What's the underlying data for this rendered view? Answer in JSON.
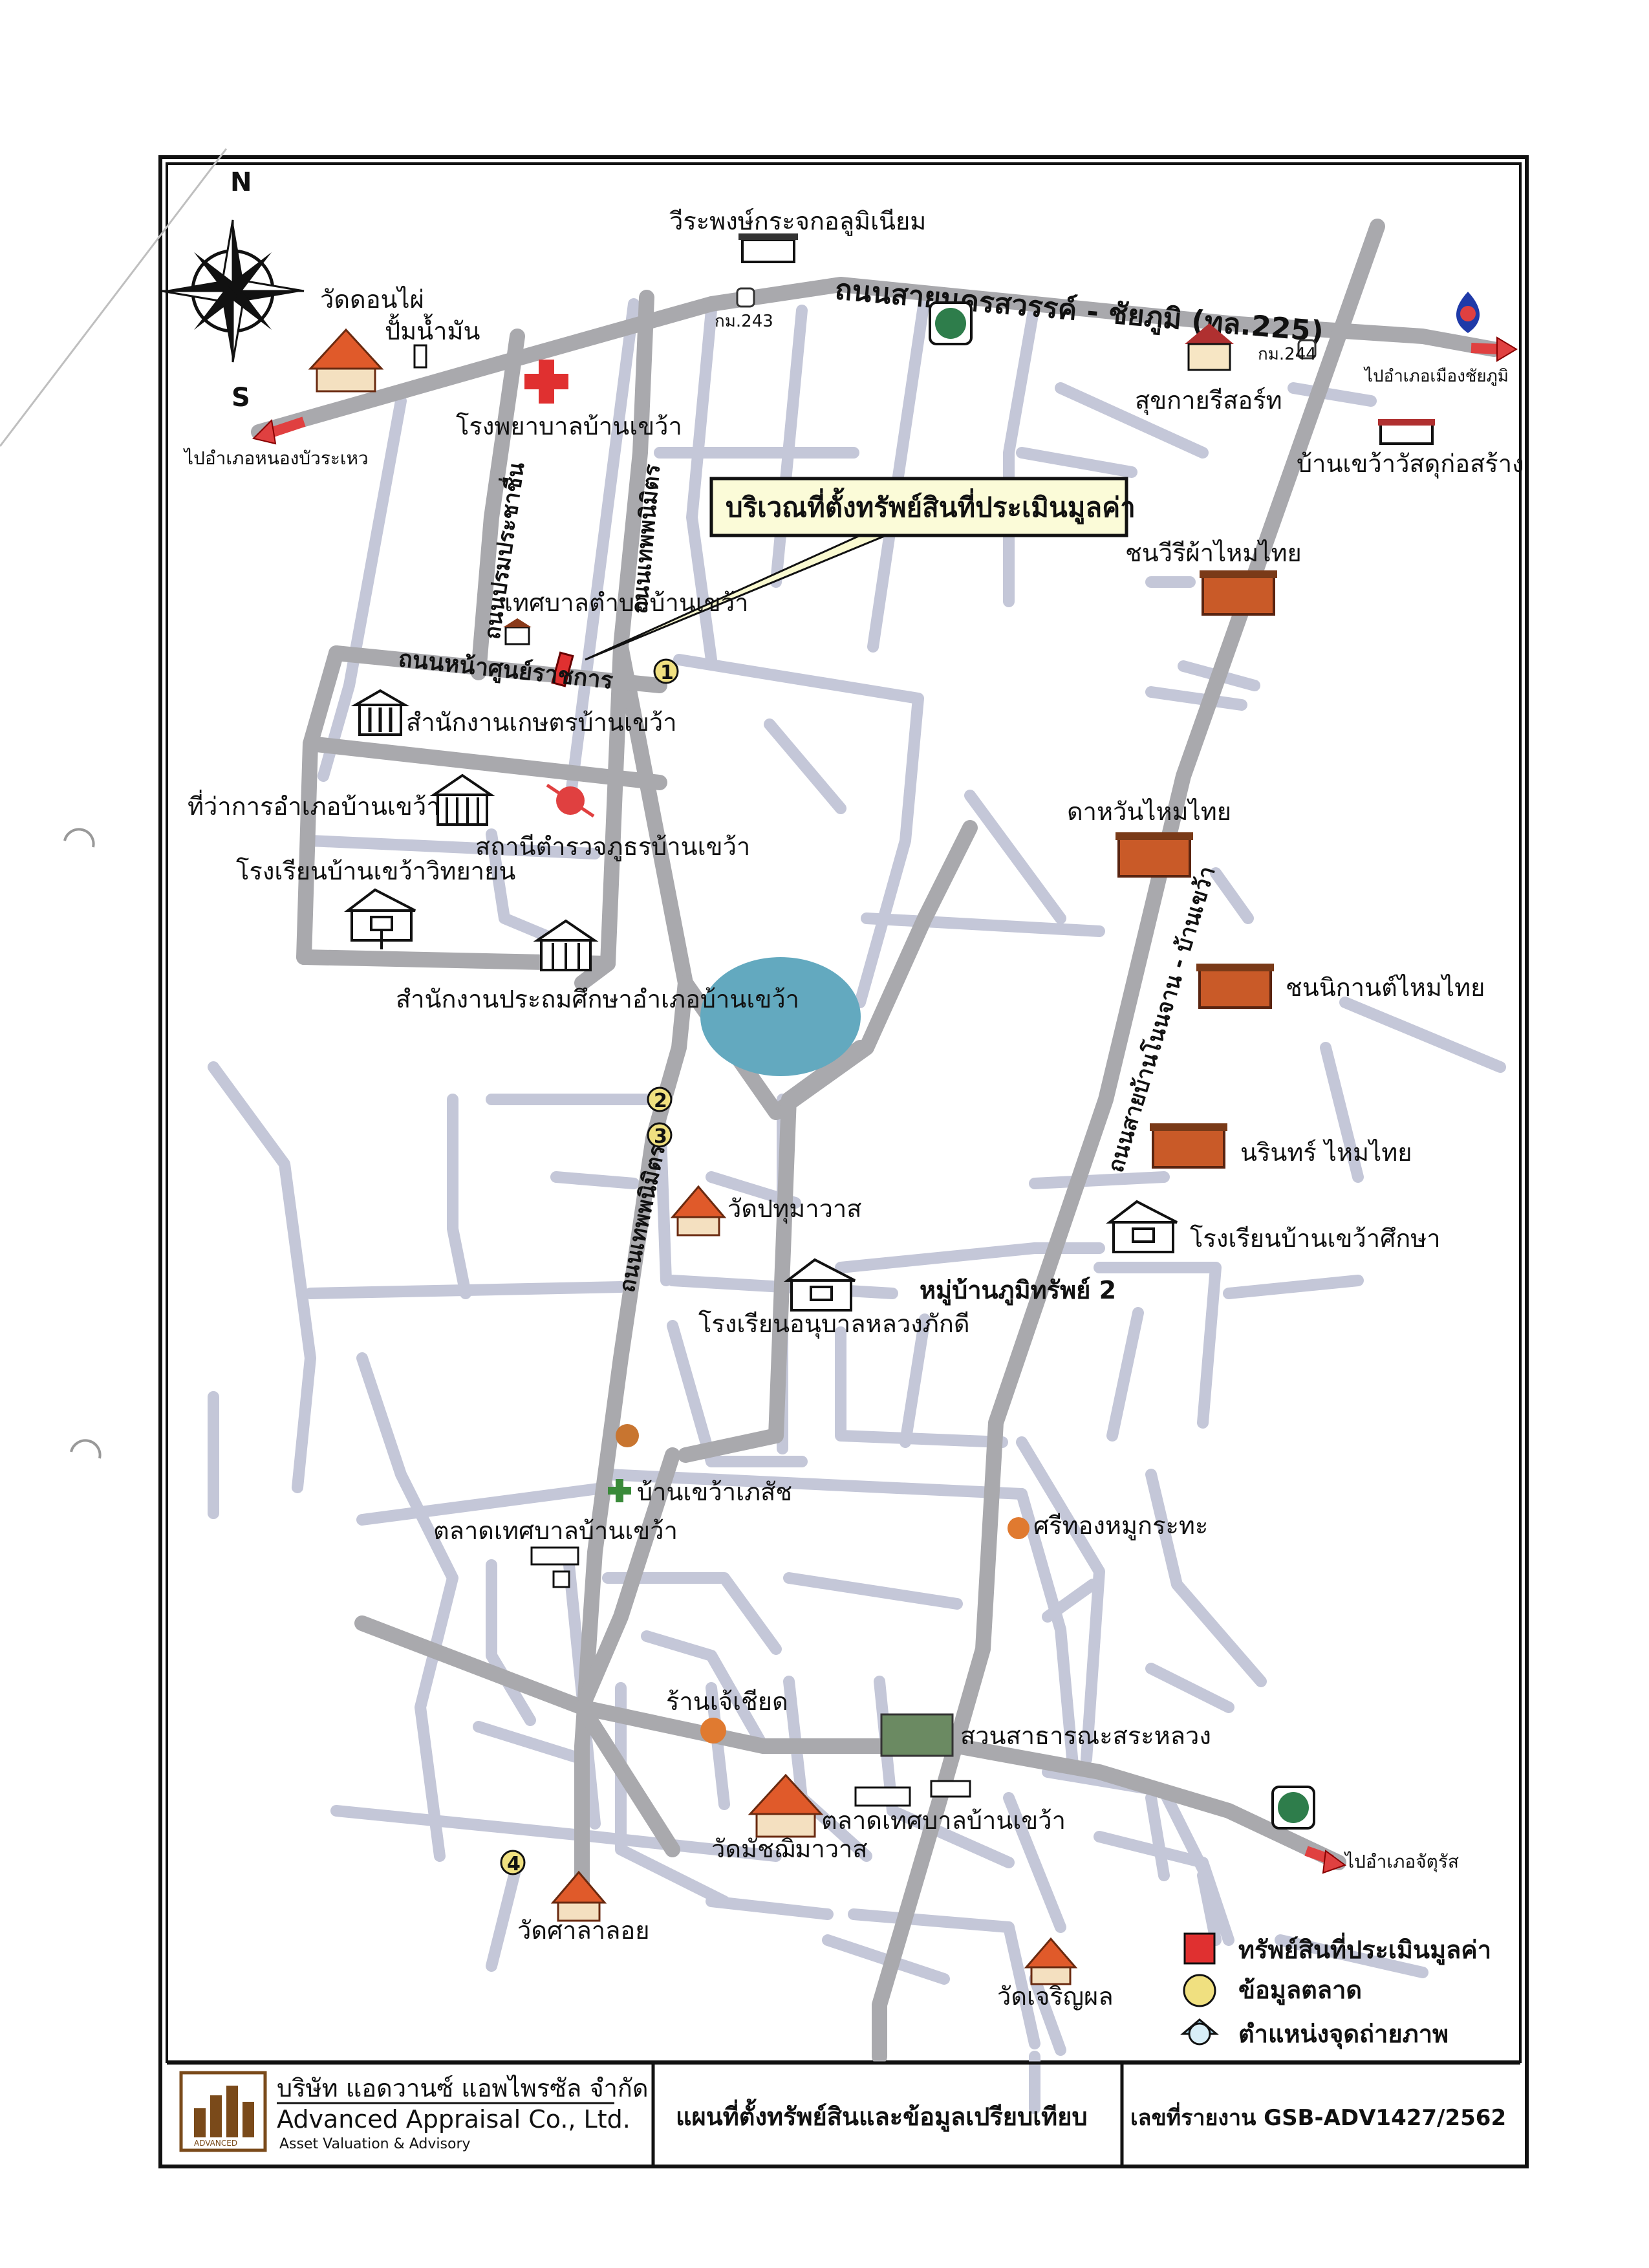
{
  "compass": {
    "north": "N",
    "south": "S"
  },
  "highway": {
    "name": "ถนนสายนครสวรรค์ - ชัยภูมิ (ทล.225)",
    "km_left": "กม.243",
    "km_right": "กม.244",
    "to_left": "ไปอำเภอหนองบัวระเหว",
    "to_right": "ไปอำเภอเมืองชัยภูมิ",
    "to_bottom_right": "ไปอำเภอจัตุรัส"
  },
  "roads": {
    "pattam": "ถนนปรมประชาชื่น",
    "thep1": "ถนนเทพพนิมิตร",
    "thep2": "ถนนเทพพนิมิตร",
    "govcenter": "ถนนหน้าศูนย์ราชการ",
    "nongchan": "ถนนสายบ้านโนนจาน - บ้านเขว้า"
  },
  "callout": "บริเวณที่ตั้งทรัพย์สินที่ประเมินมูลค่า",
  "places": {
    "wat_donphai": "วัดดอนไผ่",
    "gas_station": "ปั้มน้ำมัน",
    "weeraphong": "วีระพงษ์กระจกอลูมิเนียม",
    "hospital": "โรงพยาบาลบ้านเขว้า",
    "sukkai": "สุขกายรีสอร์ท",
    "construction": "บ้านเขว้าวัสดุก่อสร้าง",
    "chaweeree": "ชนวีรีผ้าไหมไทย",
    "municipality": "เทศบาลตำบลบ้านเขว้า",
    "agriculture": "สำนักงานเกษตรบ้านเขว้า",
    "district_office": "ที่ว่าการอำเภอบ้านเขว้า",
    "police": "สถานีตำรวจภูธรบ้านเขว้า",
    "school_witthaya": "โรงเรียนบ้านเขว้าวิทยายน",
    "primary_office": "สำนักงานประถมศึกษาอำเภอบ้านเขว้า",
    "dawan": "ดาหวันไหมไทย",
    "chanikan": "ชนนิกานต์ไหมไทย",
    "narin": "นรินทร์ ไหมไทย",
    "wat_pathum": "วัดปทุมาวาส",
    "school_suksa": "โรงเรียนบ้านเขว้าศึกษา",
    "moo_ban": "หมู่บ้านภูมิทรัพย์ 2",
    "kindergarten": "โรงเรียนอนุบาลหลวงภักดี",
    "pharmacy": "บ้านเขว้าเภสัช",
    "market1": "ตลาดเทศบาลบ้านเขว้า",
    "srithong": "ศรีทองหมูกระทะ",
    "jeesiad": "ร้านเจ้เชียด",
    "park": "สวนสาธารณะสระหลวง",
    "market2": "ตลาดเทศบาลบ้านเขว้า",
    "wat_matchim": "วัดมัชฌิมาวาส",
    "wat_salaloi": "วัดศาลาลอย",
    "wat_charoen": "วัดเจริญผล"
  },
  "markers": [
    "1",
    "2",
    "3",
    "4"
  ],
  "legend": {
    "subject": "ทรัพย์สินที่ประเมินมูลค่า",
    "market": "ข้อมูลตลาด",
    "photo": "ตำแหน่งจุดถ่ายภาพ"
  },
  "footer": {
    "company_th": "บริษัท แอดวานซ์ แอพไพรซัล จำกัด",
    "company_en": "Advanced Appraisal Co., Ltd.",
    "tagline": "Asset Valuation & Advisory",
    "logo_text": "ADVANCED",
    "title": "แผนที่ตั้งทรัพย์สินและข้อมูลเปรียบเทียบ",
    "report_no": "เลขที่รายงาน GSB-ADV1427/2562"
  },
  "colors": {
    "road_main": "#a9a9ad",
    "road_minor": "#c4c7d8",
    "pond": "#63a9bf",
    "subject": "#e03030",
    "marker": "#f0e080",
    "arrow": "#e04040"
  }
}
